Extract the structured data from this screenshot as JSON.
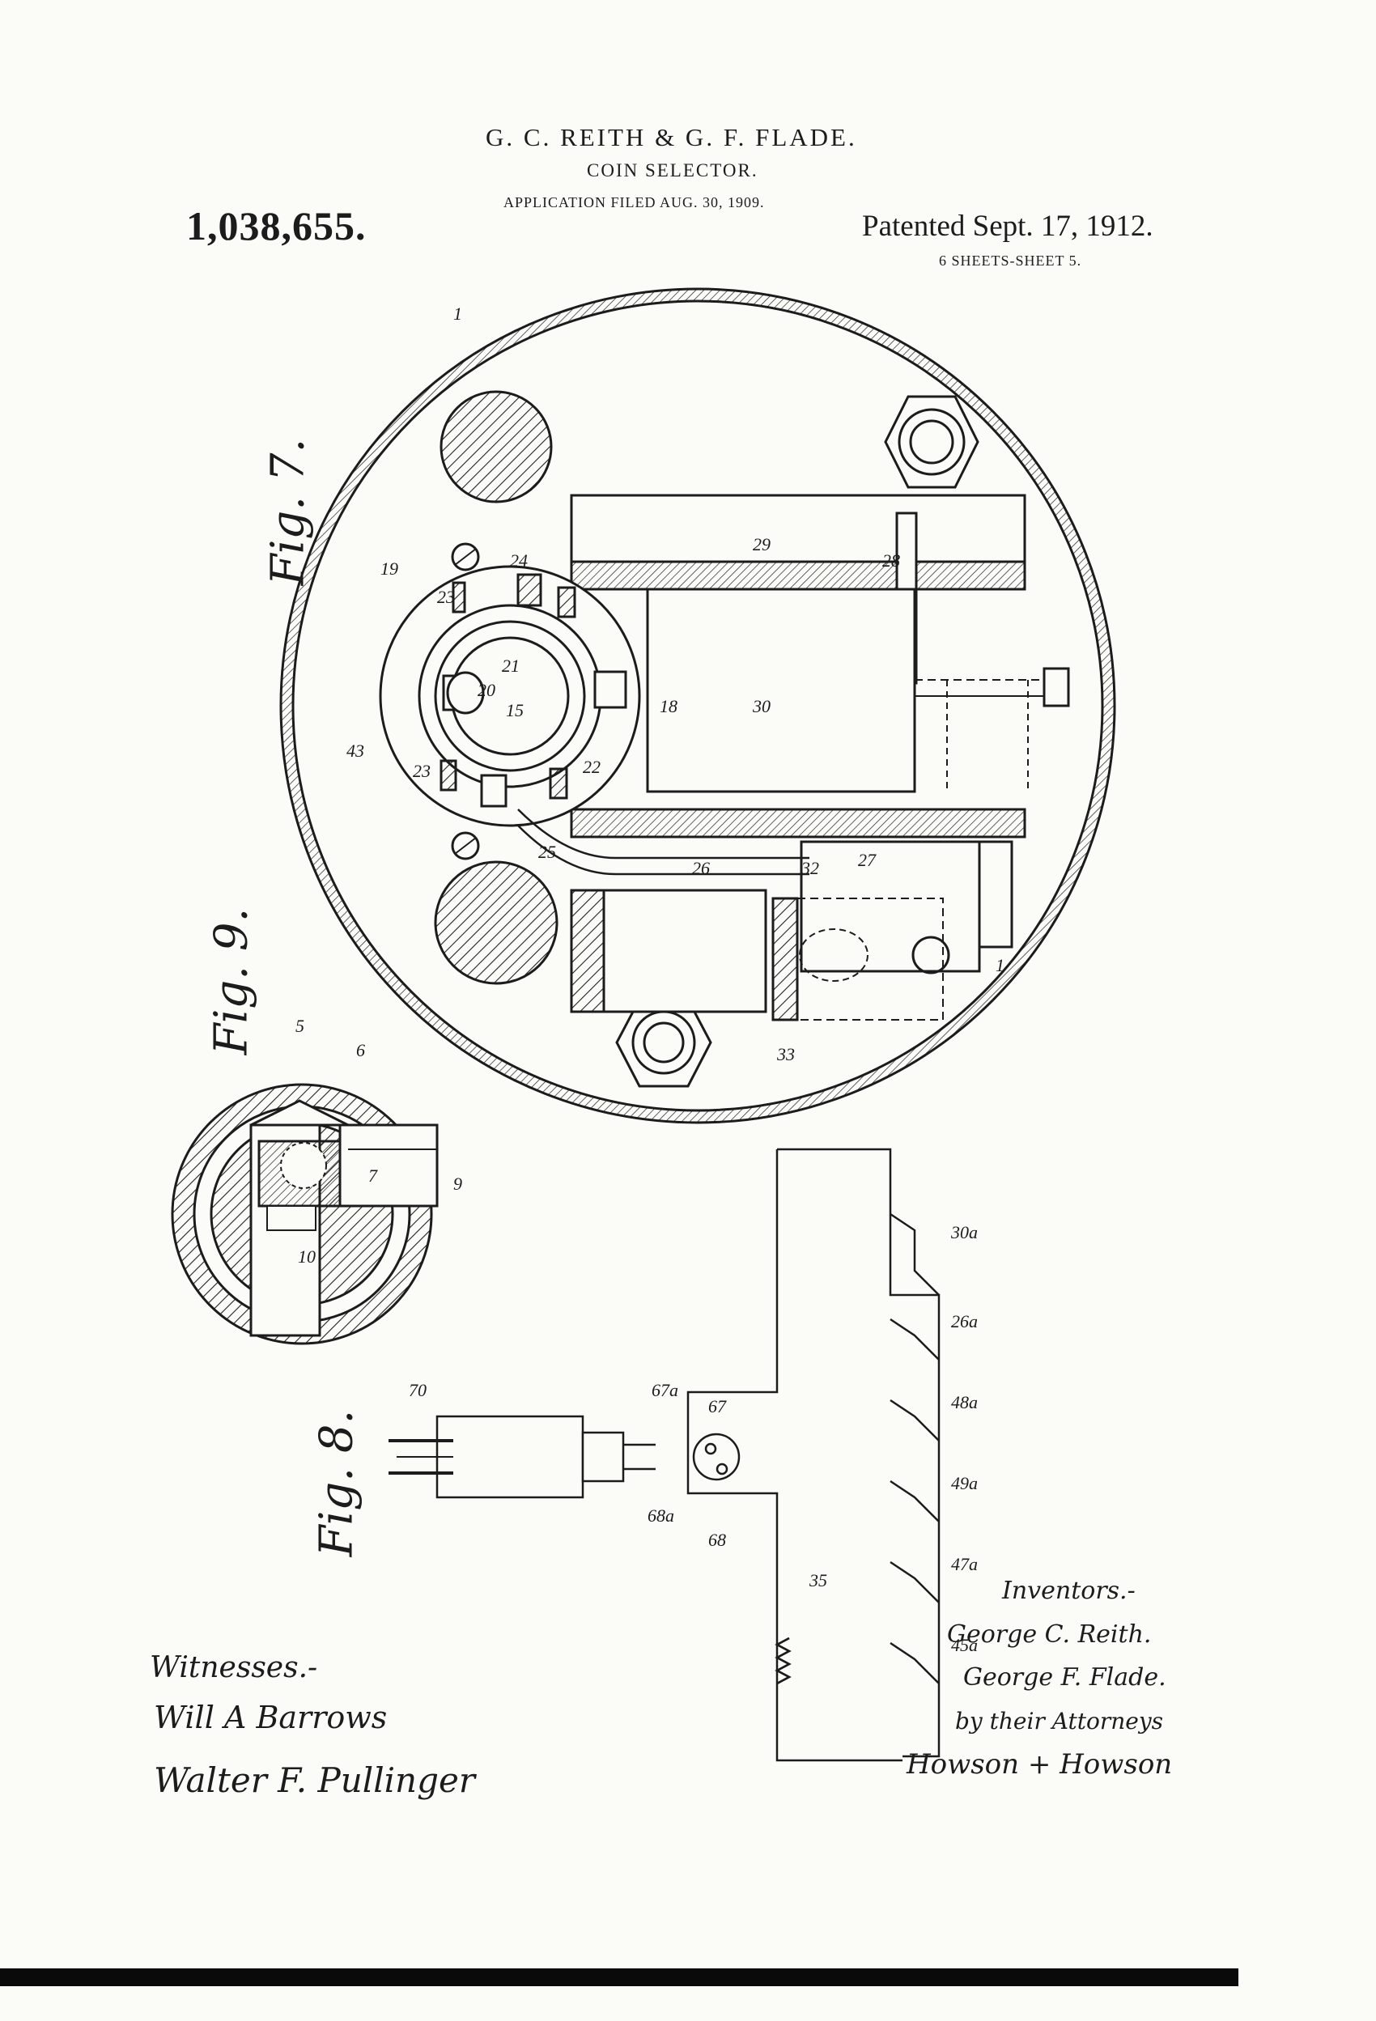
{
  "header": {
    "patent_number": "1,038,655.",
    "inventors_line": "G. C. REITH & G. F. FLADE.",
    "title": "COIN SELECTOR.",
    "application": "APPLICATION FILED AUG. 30, 1909.",
    "patented": "Patented Sept. 17, 1912.",
    "sheets": "6 SHEETS-SHEET 5."
  },
  "figures": {
    "fig7": "Fig. 7.",
    "fig8": "Fig. 8.",
    "fig9": "Fig. 9."
  },
  "reference_numerals": {
    "fig7": [
      "1",
      "15",
      "18",
      "19",
      "20",
      "21",
      "22",
      "23",
      "24",
      "25",
      "26",
      "27",
      "28",
      "29",
      "30",
      "32",
      "33",
      "43"
    ],
    "fig9": [
      "5",
      "6",
      "7",
      "9",
      "10"
    ],
    "fig8": [
      "70",
      "67a",
      "67",
      "68a",
      "68",
      "35",
      "30a",
      "26a",
      "48a",
      "49a",
      "47a",
      "45a"
    ]
  },
  "witnesses": {
    "label": "Witnesses.-",
    "names": [
      "Will A Barrows",
      "Walter F. Pullinger"
    ]
  },
  "inventors": {
    "label": "Inventors.-",
    "names": [
      "George C. Reith.",
      "George F. Flade."
    ],
    "by_attorneys": "by their Attorneys",
    "attorneys": "Howson + Howson"
  },
  "colors": {
    "ink": "#1c1c1c",
    "paper": "#fbfbf8",
    "bar": "#0a0a0a"
  }
}
